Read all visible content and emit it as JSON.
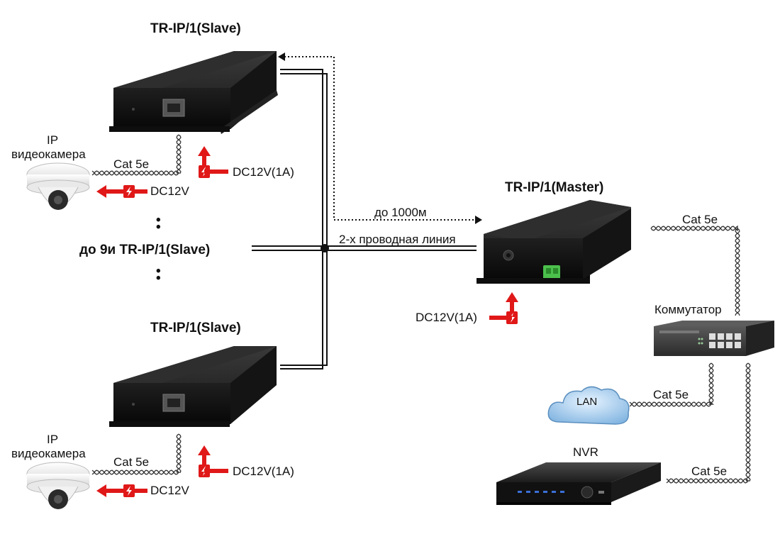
{
  "labels": {
    "slave_top_title": "TR-IP/1(Slave)",
    "slave_bottom_title": "TR-IP/1(Slave)",
    "master_title": "TR-IP/1(Master)",
    "slave_count": "до 9и TR-IP/1(Slave)",
    "camera_line1": "IP",
    "camera_line2": "видеокамера",
    "cat5e": "Cat 5e",
    "dc12v_1a": "DC12V(1A)",
    "dc12v": "DC12V",
    "range": "до 1000м",
    "line_type": "2-х проводная линия",
    "switch": "Коммутатор",
    "lan": "LAN",
    "nvr": "NVR"
  },
  "colors": {
    "power_arrow": "#e01818",
    "wire": "#111111",
    "cloud": "#7fb3e0"
  },
  "icons": {
    "power": "lightning-bolt-icon",
    "lan": "cloud-icon"
  }
}
